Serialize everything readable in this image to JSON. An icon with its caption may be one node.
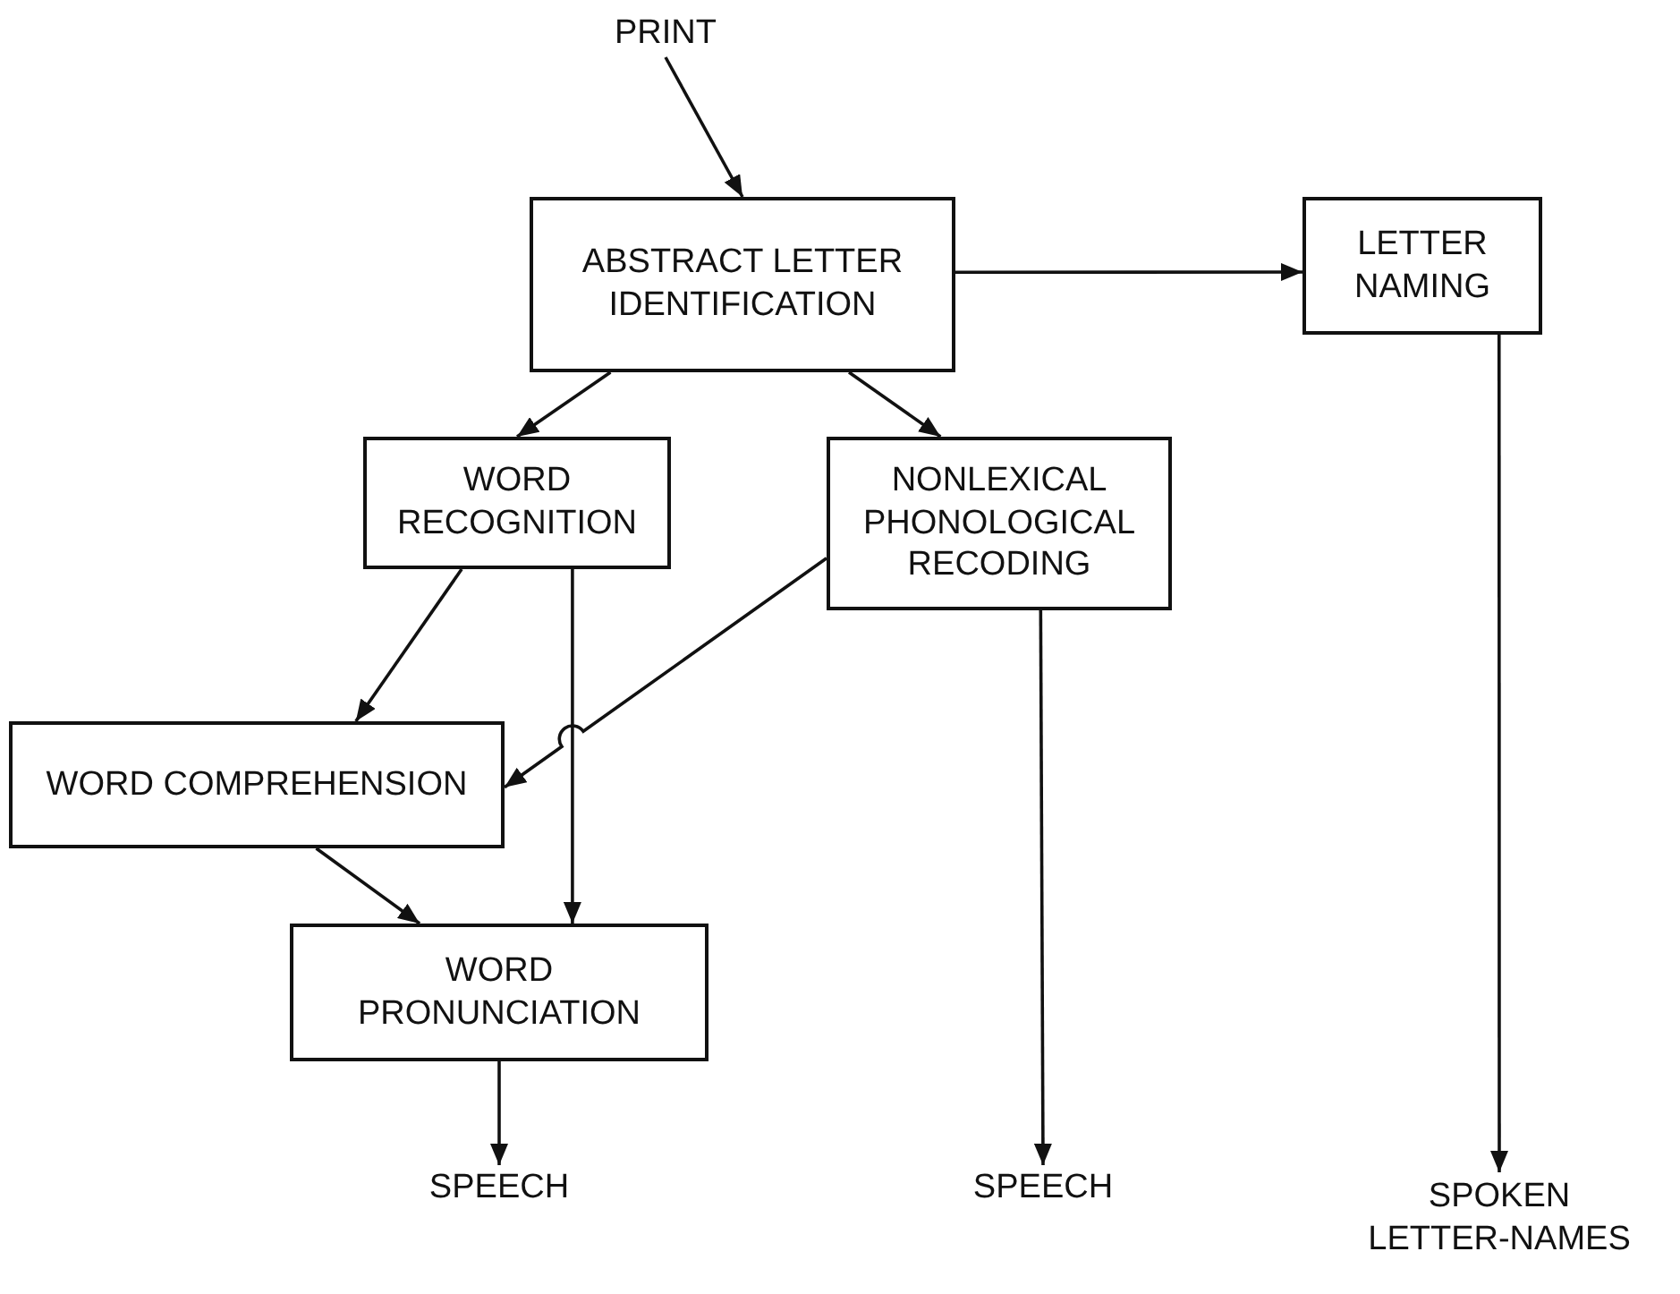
{
  "diagram": {
    "nodes": [
      {
        "text": [
          "PRINT"
        ]
      },
      {
        "text": [
          "ABSTRACT LETTER IDENTIFICATION"
        ]
      },
      {
        "text": [
          "LETTER NAMING"
        ]
      },
      {
        "text": [
          "WORD RECOGNITION"
        ]
      },
      {
        "text": [
          "NONLEXICAL PHONOLOGICAL RECODING"
        ]
      },
      {
        "text": [
          "WORD COMPREHENSION"
        ]
      },
      {
        "text": [
          "WORD PRONUNCIATION"
        ]
      },
      {
        "text": [
          "SPEECH"
        ]
      },
      {
        "text": [
          "SPEECH"
        ]
      },
      {
        "text": [
          "SPOKEN LETTER-NAMES"
        ]
      }
    ],
    "edges": [
      {
        "from": 0,
        "to": 1,
        "arrow": "to"
      },
      {
        "from": 1,
        "to": 2,
        "arrow": "to"
      },
      {
        "from": 1,
        "to": 3,
        "arrow": "to"
      },
      {
        "from": 1,
        "to": 4,
        "arrow": "to"
      },
      {
        "from": 3,
        "to": 5,
        "arrow": "to"
      },
      {
        "from": 3,
        "to": 6,
        "arrow": "to"
      },
      {
        "from": 4,
        "to": 5,
        "arrow": "to"
      },
      {
        "from": 5,
        "to": 6,
        "arrow": "to"
      },
      {
        "from": 6,
        "to": 7,
        "arrow": "to"
      },
      {
        "from": 4,
        "to": 8,
        "arrow": "to"
      },
      {
        "from": 2,
        "to": 9,
        "arrow": "to"
      }
    ]
  }
}
